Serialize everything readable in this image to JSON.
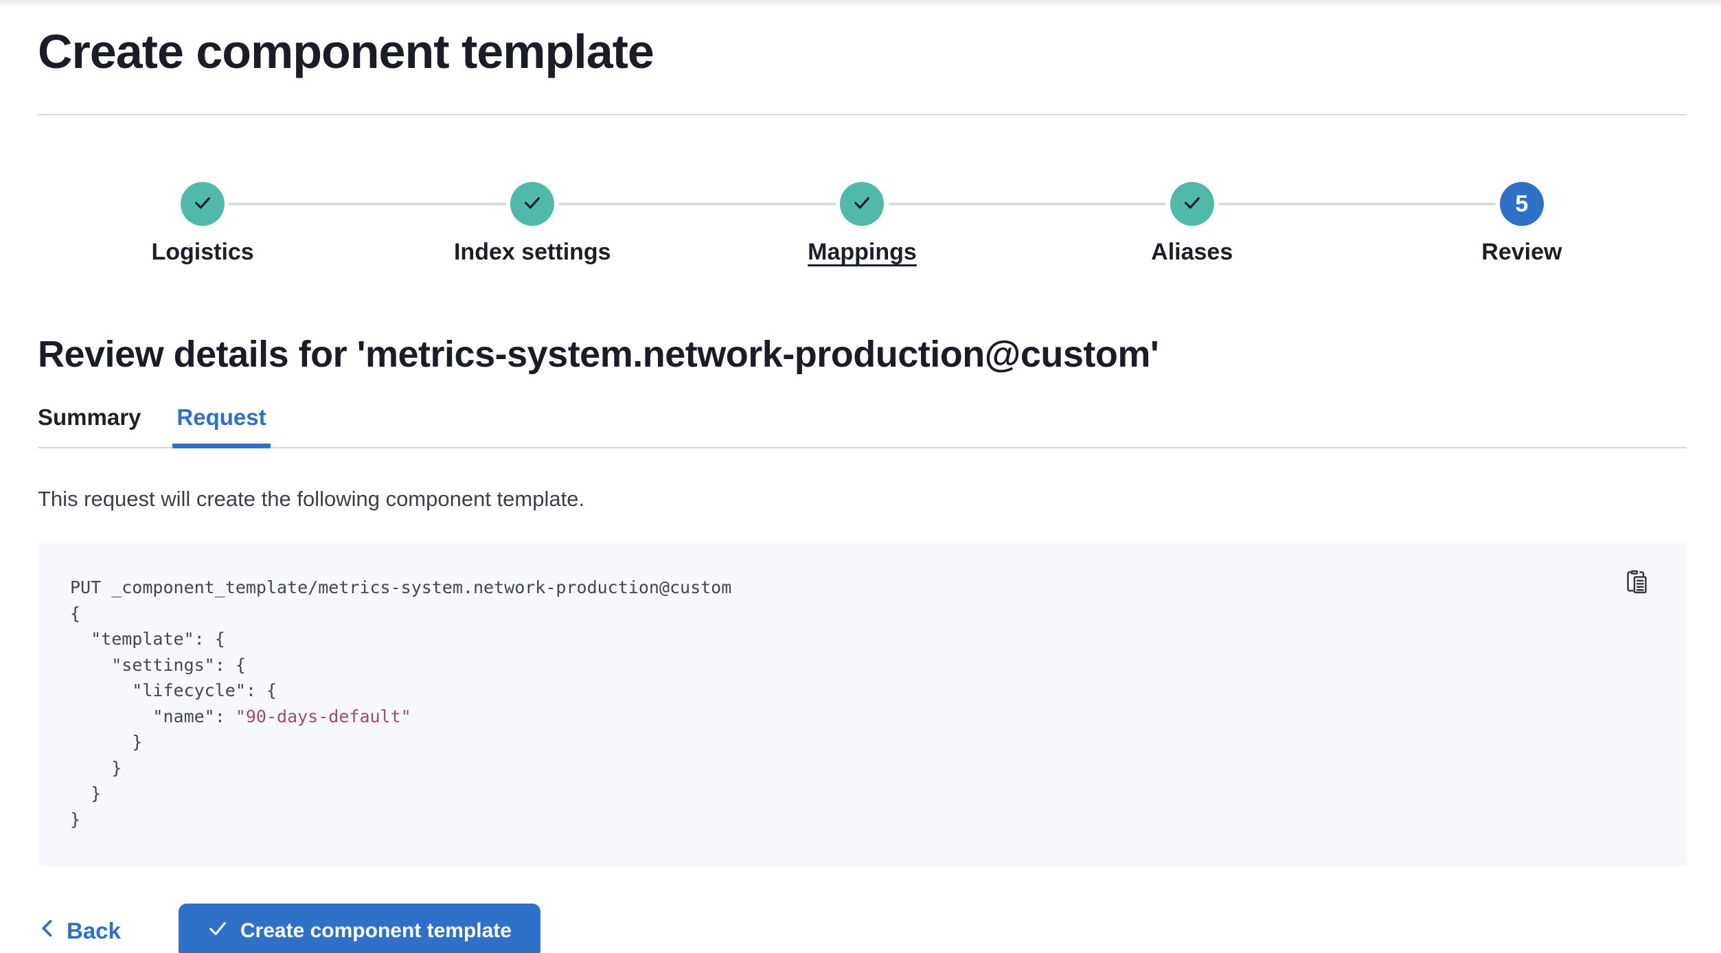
{
  "page": {
    "title": "Create component template"
  },
  "steps": {
    "items": [
      {
        "label": "Logistics",
        "status": "complete",
        "icon": "check-icon"
      },
      {
        "label": "Index settings",
        "status": "complete",
        "icon": "check-icon"
      },
      {
        "label": "Mappings",
        "status": "complete",
        "icon": "check-icon",
        "underlined": true
      },
      {
        "label": "Aliases",
        "status": "complete",
        "icon": "check-icon"
      },
      {
        "label": "Review",
        "status": "current",
        "number": "5"
      }
    ]
  },
  "review": {
    "heading": "Review details for 'metrics-system.network-production@custom'",
    "tabs": [
      {
        "label": "Summary",
        "selected": false
      },
      {
        "label": "Request",
        "selected": true
      }
    ],
    "description": "This request will create the following component template."
  },
  "code": {
    "lines": [
      "PUT _component_template/metrics-system.network-production@custom",
      "{",
      "  \"template\": {",
      "    \"settings\": {",
      "      \"lifecycle\": {"
    ],
    "name_prefix": "        \"name\": ",
    "name_value": "\"90-days-default\"",
    "closing_lines": [
      "      }",
      "    }",
      "  }",
      "}"
    ],
    "copy_icon": "copy-clipboard-icon"
  },
  "footer": {
    "back_label": "Back",
    "create_label": "Create component template",
    "back_icon": "chevron-left-icon",
    "create_icon": "check-icon"
  },
  "theme": {
    "primary_blue": "#2f70c8",
    "success_teal": "#50b9a8",
    "heading_text": "#1a1d26",
    "body_text": "#3a3f4a",
    "divider": "#d3dae6",
    "code_background": "#f6f8fb",
    "code_plain": "#41464f",
    "code_string": "#a34a6e"
  }
}
